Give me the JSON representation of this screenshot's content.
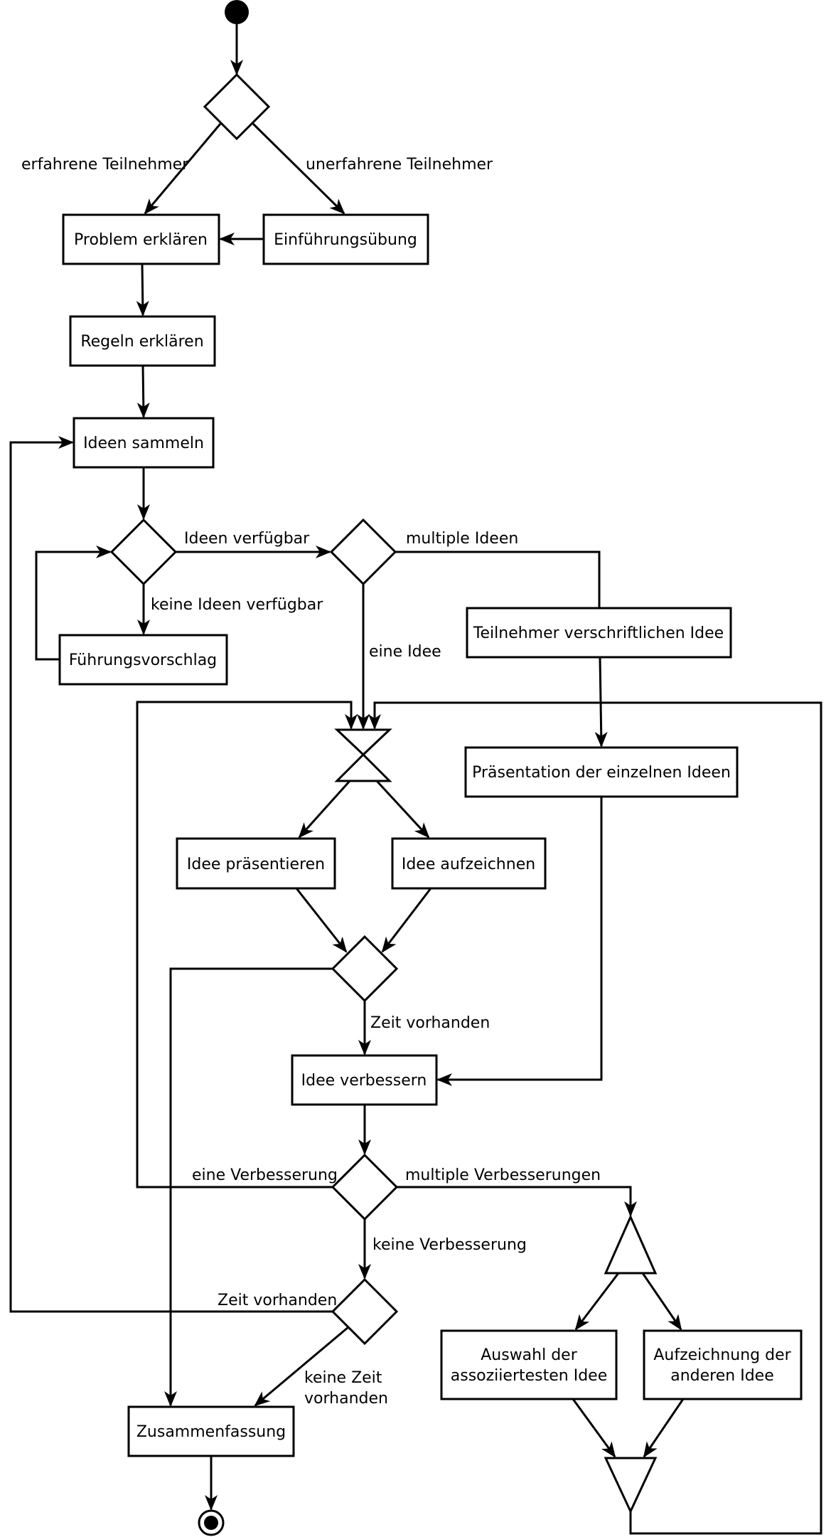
{
  "nodes": {
    "problem_erklaeren": "Problem erklären",
    "einfuehrungsuebung": "Einführungsübung",
    "regeln_erklaeren": "Regeln erklären",
    "ideen_sammeln": "Ideen sammeln",
    "fuehrungsvorschlag": "Führungsvorschlag",
    "teilnehmer_verschriftlichen": "Teilnehmer verschriftlichen Idee",
    "praesentation_einzelne": "Präsentation der einzelnen Ideen",
    "idee_praesentieren": "Idee präsentieren",
    "idee_aufzeichnen": "Idee aufzeichnen",
    "idee_verbessern": "Idee verbessern",
    "auswahl_line1": "Auswahl der",
    "auswahl_line2": "assoziiertesten Idee",
    "aufzeichnung_line1": "Aufzeichnung der",
    "aufzeichnung_line2": "anderen Idee",
    "zusammenfassung": "Zusammenfassung"
  },
  "edge_labels": {
    "erfahrene": "erfahrene Teilnehmer",
    "unerfahrene": "unerfahrene Teilnehmer",
    "ideen_verfuegbar": "Ideen verfügbar",
    "keine_ideen": "keine Ideen verfügbar",
    "multiple_ideen": "multiple Ideen",
    "eine_idee": "eine Idee",
    "zeit_vorhanden_1": "Zeit vorhanden",
    "eine_verbesserung": "eine Verbesserung",
    "multiple_verbesserungen": "multiple Verbesserungen",
    "keine_verbesserung": "keine Verbesserung",
    "zeit_vorhanden_2": "Zeit vorhanden",
    "keine_zeit_line1": "keine Zeit",
    "keine_zeit_line2": "vorhanden"
  }
}
